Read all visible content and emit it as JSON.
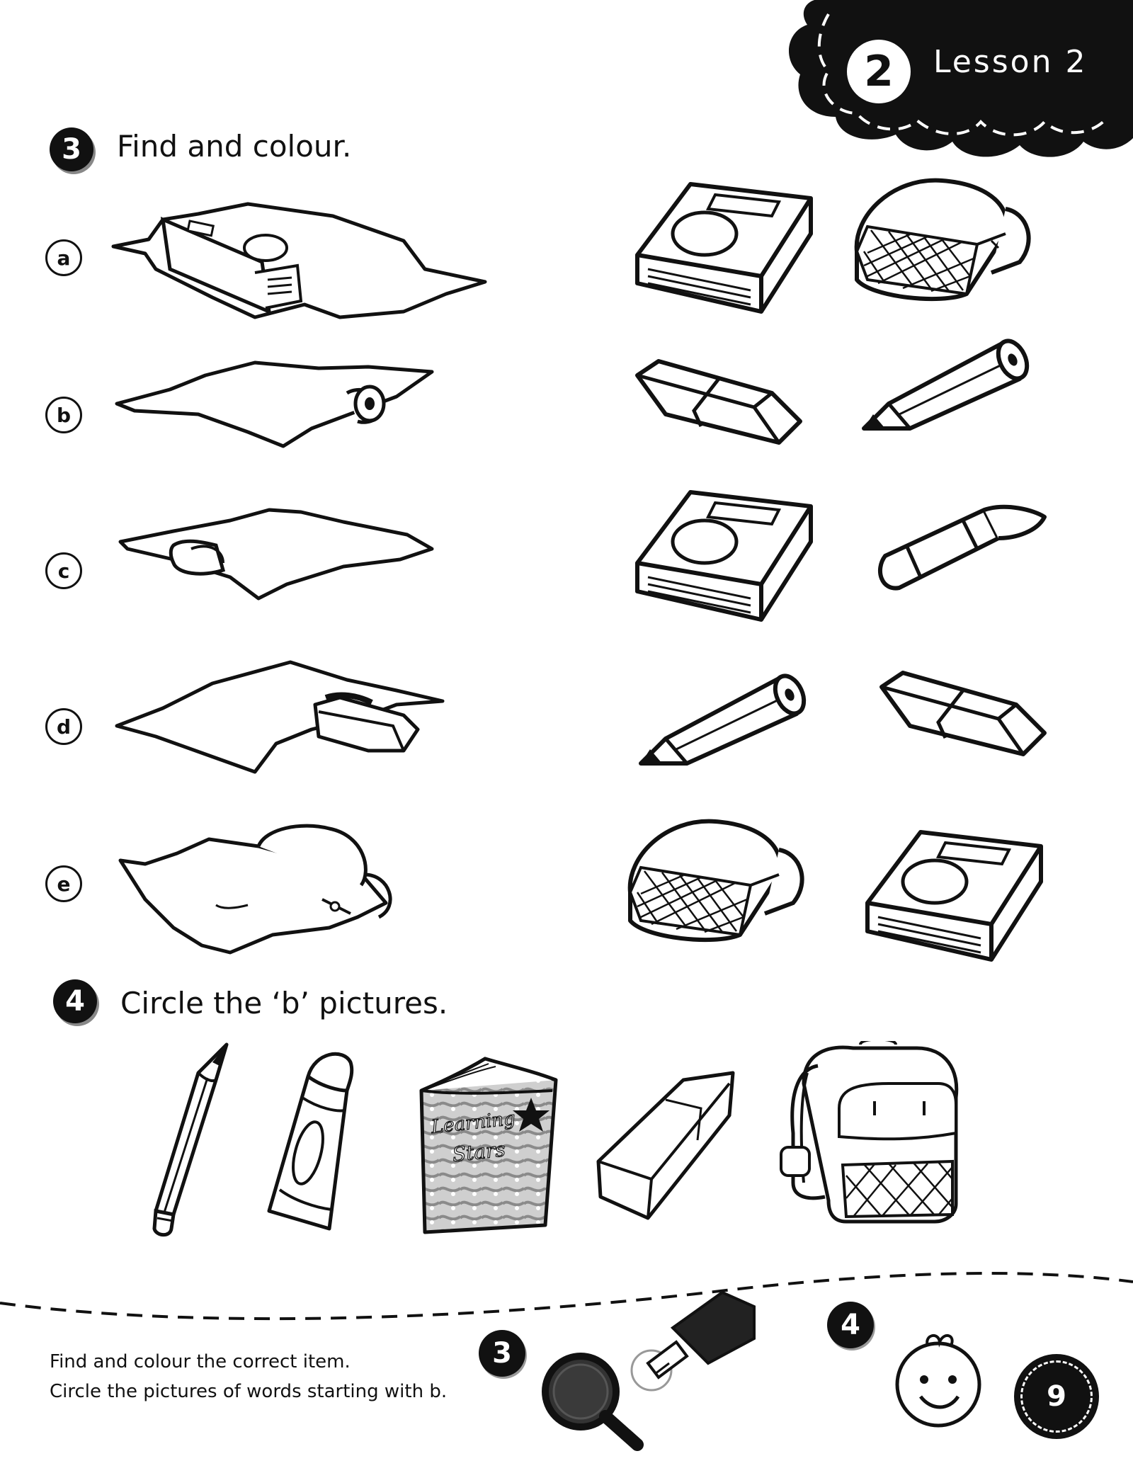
{
  "lesson": {
    "number": "2",
    "title": "Lesson 2"
  },
  "exercise3": {
    "number": "3",
    "title": "Find and colour."
  },
  "rows": [
    {
      "letter": "a",
      "hidden_icon": "book-icon",
      "choices": [
        "book-icon",
        "pencil-case-icon"
      ]
    },
    {
      "letter": "b",
      "hidden_icon": "pencil-icon",
      "choices": [
        "eraser-icon",
        "pencil-icon"
      ]
    },
    {
      "letter": "c",
      "hidden_icon": "crayon-icon",
      "choices": [
        "book-icon",
        "crayon-icon"
      ]
    },
    {
      "letter": "d",
      "hidden_icon": "eraser-icon",
      "choices": [
        "pencil-icon",
        "eraser-icon"
      ]
    },
    {
      "letter": "e",
      "hidden_icon": "pencil-case-icon",
      "choices": [
        "pencil-case-icon",
        "book-icon"
      ]
    }
  ],
  "exercise4": {
    "number": "4",
    "title": "Circle the ‘b’ pictures.",
    "pictures": [
      "pencil-icon",
      "crayon-icon",
      "book-icon",
      "eraser-icon",
      "bag-icon"
    ],
    "book_cover_text": [
      "Learning",
      "Stars"
    ]
  },
  "footer": {
    "line1": "Find and colour the correct item.",
    "line2": "Circle the pictures of words starting with b.",
    "badge3": "3",
    "badge4": "4",
    "page_number": "9"
  }
}
